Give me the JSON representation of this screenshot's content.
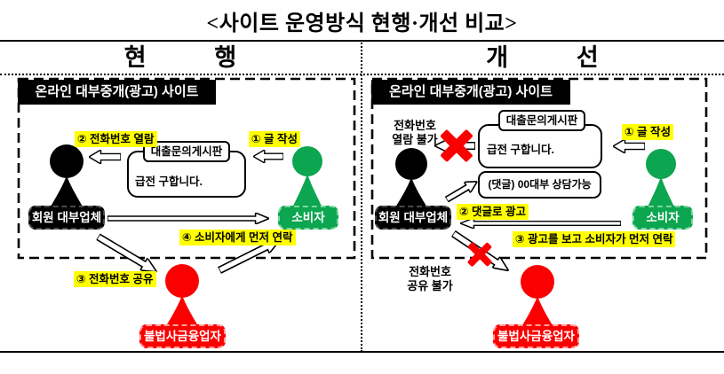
{
  "title": "<사이트 운영방식 현행·개선 비교>",
  "colors": {
    "green": "#0ba64f",
    "red": "#fb0000",
    "yellow": "#ffff00",
    "black": "#000000"
  },
  "headers": {
    "current": "현 행",
    "improved": "개 선"
  },
  "current": {
    "site_banner": "온라인 대부중개(광고) 사이트",
    "board_tab": "대출문의게시판",
    "board_post": "급전 구합니다.",
    "step1": "① 글 작성",
    "step2": "② 전화번호 열람",
    "step3": "③ 전화번호 공유",
    "step4": "④ 소비자에게 먼저 연락",
    "lender": "회원 대부업체",
    "consumer": "소비자",
    "illegal": "불법사금융업자"
  },
  "improved": {
    "site_banner": "온라인 대부중개(광고) 사이트",
    "board_tab": "대출문의게시판",
    "board_post": "급전 구합니다.",
    "comment": "(댓글) 00대부 상담가능",
    "step1": "① 글 작성",
    "step2": "② 댓글로 광고",
    "step3": "③ 광고를 보고 소비자가 먼저 연락",
    "no_view_line1": "전화번호",
    "no_view_line2": "열람 불가",
    "no_share_line1": "전화번호",
    "no_share_line2": "공유 불가",
    "lender": "회원 대부업체",
    "consumer": "소비자",
    "illegal": "불법사금융업자"
  }
}
